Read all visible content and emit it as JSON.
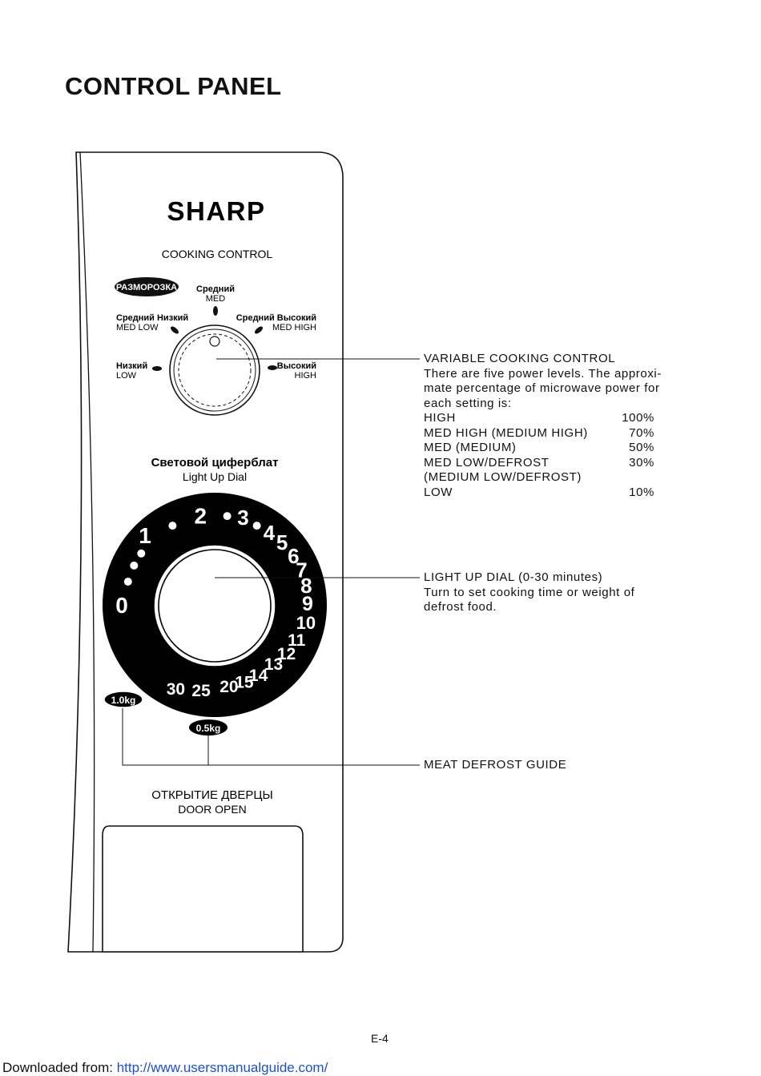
{
  "title": "CONTROL PANEL",
  "panel": {
    "brand": "SHARP",
    "cooking_control": "COOKING CONTROL",
    "defrost_badge": "РАЗМОРОЗКА",
    "power_labels": {
      "med_ru": "Средний",
      "med_en": "MED",
      "med_low_ru": "Средний Низкий",
      "med_low_en": "MED LOW",
      "med_high_ru": "Средний Высокий",
      "med_high_en": "MED HIGH",
      "low_ru": "Низкий",
      "low_en": "LOW",
      "high_ru": "Высокий",
      "high_en": "HIGH"
    },
    "dial_title_ru": "Световой циферблат",
    "dial_title_en": "Light Up Dial",
    "dial_numbers": [
      "0",
      "1",
      "2",
      "3",
      "4",
      "5",
      "6",
      "7",
      "8",
      "9",
      "10",
      "11",
      "12",
      "13",
      "14",
      "15",
      "20",
      "25",
      "30"
    ],
    "weight_1": "1.0kg",
    "weight_2": "0.5kg",
    "door_ru": "ОТКРЫТИЕ ДВЕРЦЫ",
    "door_en": "DOOR OPEN"
  },
  "variable_control": {
    "heading": "VARIABLE COOKING CONTROL",
    "line1": "There are five power levels. The approxi-",
    "line2": "mate percentage of microwave power for",
    "line3": "each setting is:",
    "levels": [
      {
        "name": "HIGH",
        "value": "100%"
      },
      {
        "name": "MED HIGH (MEDIUM HIGH)",
        "value": "70%"
      },
      {
        "name": "MED (MEDIUM)",
        "value": "50%"
      },
      {
        "name": "MED LOW/DEFROST",
        "value": "30%"
      },
      {
        "name": "(MEDIUM LOW/DEFROST)",
        "value": ""
      },
      {
        "name": "LOW",
        "value": "10%"
      }
    ]
  },
  "light_up_dial": {
    "heading": "LIGHT UP DIAL (0-30 minutes)",
    "line1": "Turn to set cooking time or weight of",
    "line2": "defrost food."
  },
  "meat_defrost": {
    "heading": "MEAT DEFROST GUIDE"
  },
  "page_number": "E-4",
  "download": {
    "prefix": "Downloaded from: ",
    "url": "http://www.usersmanualguide.com/"
  }
}
